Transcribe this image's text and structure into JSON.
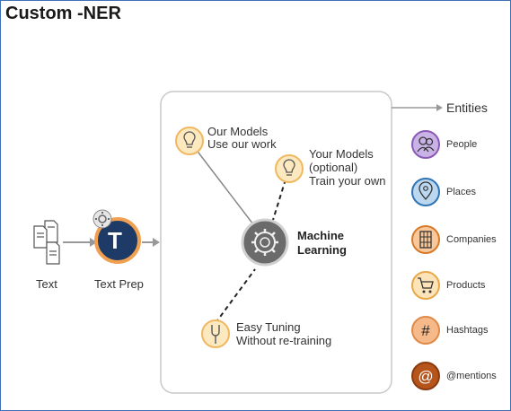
{
  "title": "Custom -NER",
  "input": {
    "text_label": "Text",
    "prep_label": "Text Prep",
    "prep_letter": "T"
  },
  "models": {
    "our_models_line1": "Our Models",
    "our_models_line2": "Use our work",
    "your_models_line1": "Your Models",
    "your_models_line2": "(optional)",
    "your_models_line3": "Train your own",
    "tuning_line1": "Easy Tuning",
    "tuning_line2": "Without re-training",
    "ml_line1": "Machine",
    "ml_line2": "Learning"
  },
  "entities": {
    "header": "Entities",
    "items": [
      {
        "label": "People",
        "icon": "people-icon",
        "color": "#c9b3e6",
        "ring": "#8a5ab5"
      },
      {
        "label": "Places",
        "icon": "place-pin-icon",
        "color": "#bcd7f0",
        "ring": "#2f74b5"
      },
      {
        "label": "Companies",
        "icon": "building-icon",
        "color": "#f8c79a",
        "ring": "#d87a2a"
      },
      {
        "label": "Products",
        "icon": "cart-icon",
        "color": "#fde3b8",
        "ring": "#e8a84a"
      },
      {
        "label": "Hashtags",
        "icon": "hashtag-icon",
        "color": "#f6b98a",
        "ring": "#e08a46"
      },
      {
        "label": "@mentions",
        "icon": "at-icon",
        "color": "#b5541b",
        "ring": "#8a3a0e"
      }
    ]
  }
}
